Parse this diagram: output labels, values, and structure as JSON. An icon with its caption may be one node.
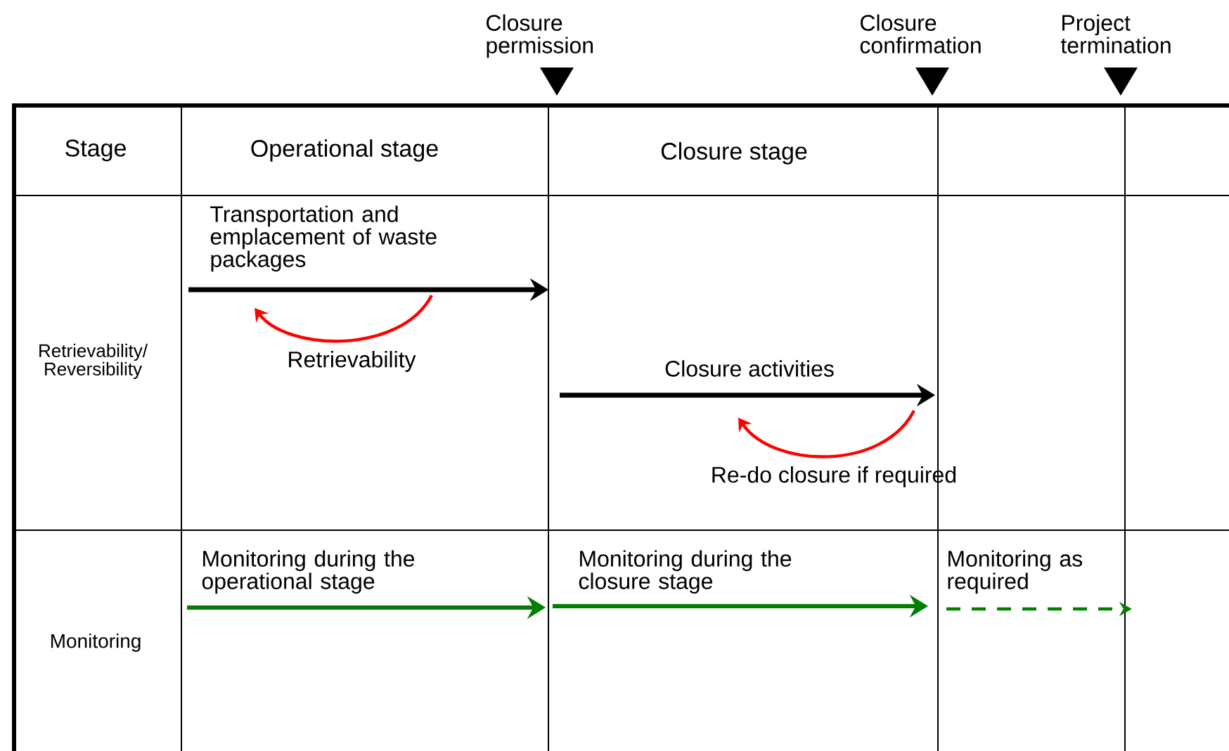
{
  "diagram": {
    "labels": [
      "Closure permission",
      "Closure confirmation",
      "Project termination",
      "Stage",
      "Operational stage",
      "Closure stage",
      "Transportation and emplacement of waste packages",
      "Retrievability/ Reversibility",
      "Retrievability",
      "Closure activities",
      "Re-do closure if required",
      "Monitoring during the operational stage",
      "Monitoring during the closure stage",
      "Monitoring as required",
      "Monitoring"
    ]
  }
}
